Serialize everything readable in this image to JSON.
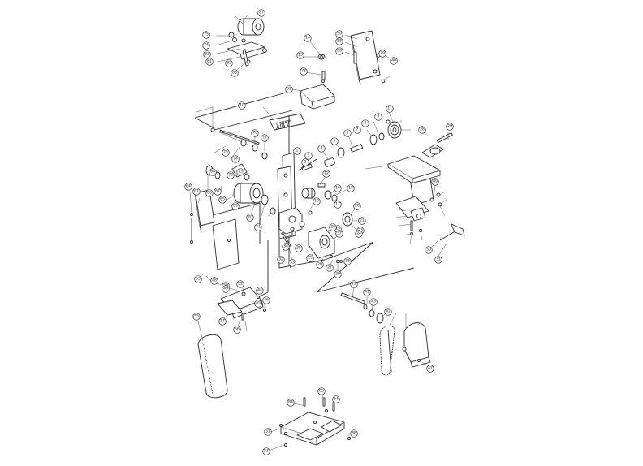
{
  "diagram": {
    "logo_text": "JET",
    "callouts": [
      {
        "id": "c87",
        "label": "87"
      },
      {
        "id": "c75",
        "label": "75"
      },
      {
        "id": "c74",
        "label": "74"
      },
      {
        "id": "c83",
        "label": "83"
      },
      {
        "id": "c81",
        "label": "81"
      },
      {
        "id": "c82",
        "label": "82"
      },
      {
        "id": "c86",
        "label": "86"
      },
      {
        "id": "c14",
        "label": "14"
      },
      {
        "id": "c13",
        "label": "13"
      },
      {
        "id": "c59",
        "label": "59"
      },
      {
        "id": "c58",
        "label": "58"
      },
      {
        "id": "c60",
        "label": "60"
      },
      {
        "id": "c40",
        "label": "40"
      },
      {
        "id": "c79",
        "label": "79"
      },
      {
        "id": "c78",
        "label": "78"
      },
      {
        "id": "c62",
        "label": "62"
      },
      {
        "id": "c10",
        "label": "10"
      },
      {
        "id": "c11",
        "label": "11"
      },
      {
        "id": "c9",
        "label": "9"
      },
      {
        "id": "c8",
        "label": "8"
      },
      {
        "id": "c7",
        "label": "7"
      },
      {
        "id": "c28",
        "label": "28"
      },
      {
        "id": "c29",
        "label": "29"
      },
      {
        "id": "c6",
        "label": "6"
      },
      {
        "id": "c5",
        "label": "5"
      },
      {
        "id": "c4",
        "label": "4"
      },
      {
        "id": "c3",
        "label": "3"
      },
      {
        "id": "c2",
        "label": "2"
      },
      {
        "id": "c1",
        "label": "1"
      },
      {
        "id": "c77",
        "label": "77"
      },
      {
        "id": "c76",
        "label": "76"
      },
      {
        "id": "c75b",
        "label": "75"
      },
      {
        "id": "c74b",
        "label": "74"
      },
      {
        "id": "c73",
        "label": "73"
      },
      {
        "id": "c72",
        "label": "72"
      },
      {
        "id": "c68",
        "label": "68"
      },
      {
        "id": "c67",
        "label": "67"
      },
      {
        "id": "c66",
        "label": "66"
      },
      {
        "id": "c69",
        "label": "69"
      },
      {
        "id": "c70",
        "label": "70"
      },
      {
        "id": "c71",
        "label": "71"
      },
      {
        "id": "c64",
        "label": "64"
      },
      {
        "id": "c61",
        "label": "61"
      },
      {
        "id": "c65",
        "label": "65"
      },
      {
        "id": "c12",
        "label": "12"
      },
      {
        "id": "c16",
        "label": "16"
      },
      {
        "id": "c18",
        "label": "18"
      },
      {
        "id": "c17",
        "label": "17"
      },
      {
        "id": "c19",
        "label": "19"
      },
      {
        "id": "c20",
        "label": "20"
      },
      {
        "id": "c21",
        "label": "21"
      },
      {
        "id": "c15",
        "label": "15"
      },
      {
        "id": "c23",
        "label": "23"
      },
      {
        "id": "c24",
        "label": "24"
      },
      {
        "id": "c25",
        "label": "25"
      },
      {
        "id": "c26",
        "label": "26"
      },
      {
        "id": "c27",
        "label": "27"
      },
      {
        "id": "c31",
        "label": "31"
      },
      {
        "id": "c32",
        "label": "32"
      },
      {
        "id": "c33",
        "label": "33"
      },
      {
        "id": "c34",
        "label": "34"
      },
      {
        "id": "c35",
        "label": "35"
      },
      {
        "id": "c36",
        "label": "36"
      },
      {
        "id": "c37",
        "label": "37"
      },
      {
        "id": "c38",
        "label": "38"
      },
      {
        "id": "c39",
        "label": "39"
      },
      {
        "id": "c22",
        "label": "22"
      },
      {
        "id": "c44",
        "label": "44"
      },
      {
        "id": "c48",
        "label": "48"
      },
      {
        "id": "c50",
        "label": "50"
      },
      {
        "id": "c52",
        "label": "52"
      },
      {
        "id": "c49",
        "label": "49"
      },
      {
        "id": "c45",
        "label": "45"
      },
      {
        "id": "c46",
        "label": "46"
      },
      {
        "id": "c30",
        "label": "30"
      },
      {
        "id": "c63",
        "label": "63"
      },
      {
        "id": "c57",
        "label": "57"
      },
      {
        "id": "c56",
        "label": "56"
      },
      {
        "id": "c55",
        "label": "55"
      },
      {
        "id": "c84",
        "label": "84"
      },
      {
        "id": "c85",
        "label": "85"
      },
      {
        "id": "c41",
        "label": "41"
      },
      {
        "id": "c43",
        "label": "43"
      },
      {
        "id": "c42",
        "label": "42"
      },
      {
        "id": "c47",
        "label": "47"
      },
      {
        "id": "c51",
        "label": "51"
      },
      {
        "id": "c53",
        "label": "53"
      },
      {
        "id": "c54",
        "label": "54"
      },
      {
        "id": "c88",
        "label": "88"
      },
      {
        "id": "c89",
        "label": "89"
      }
    ]
  }
}
